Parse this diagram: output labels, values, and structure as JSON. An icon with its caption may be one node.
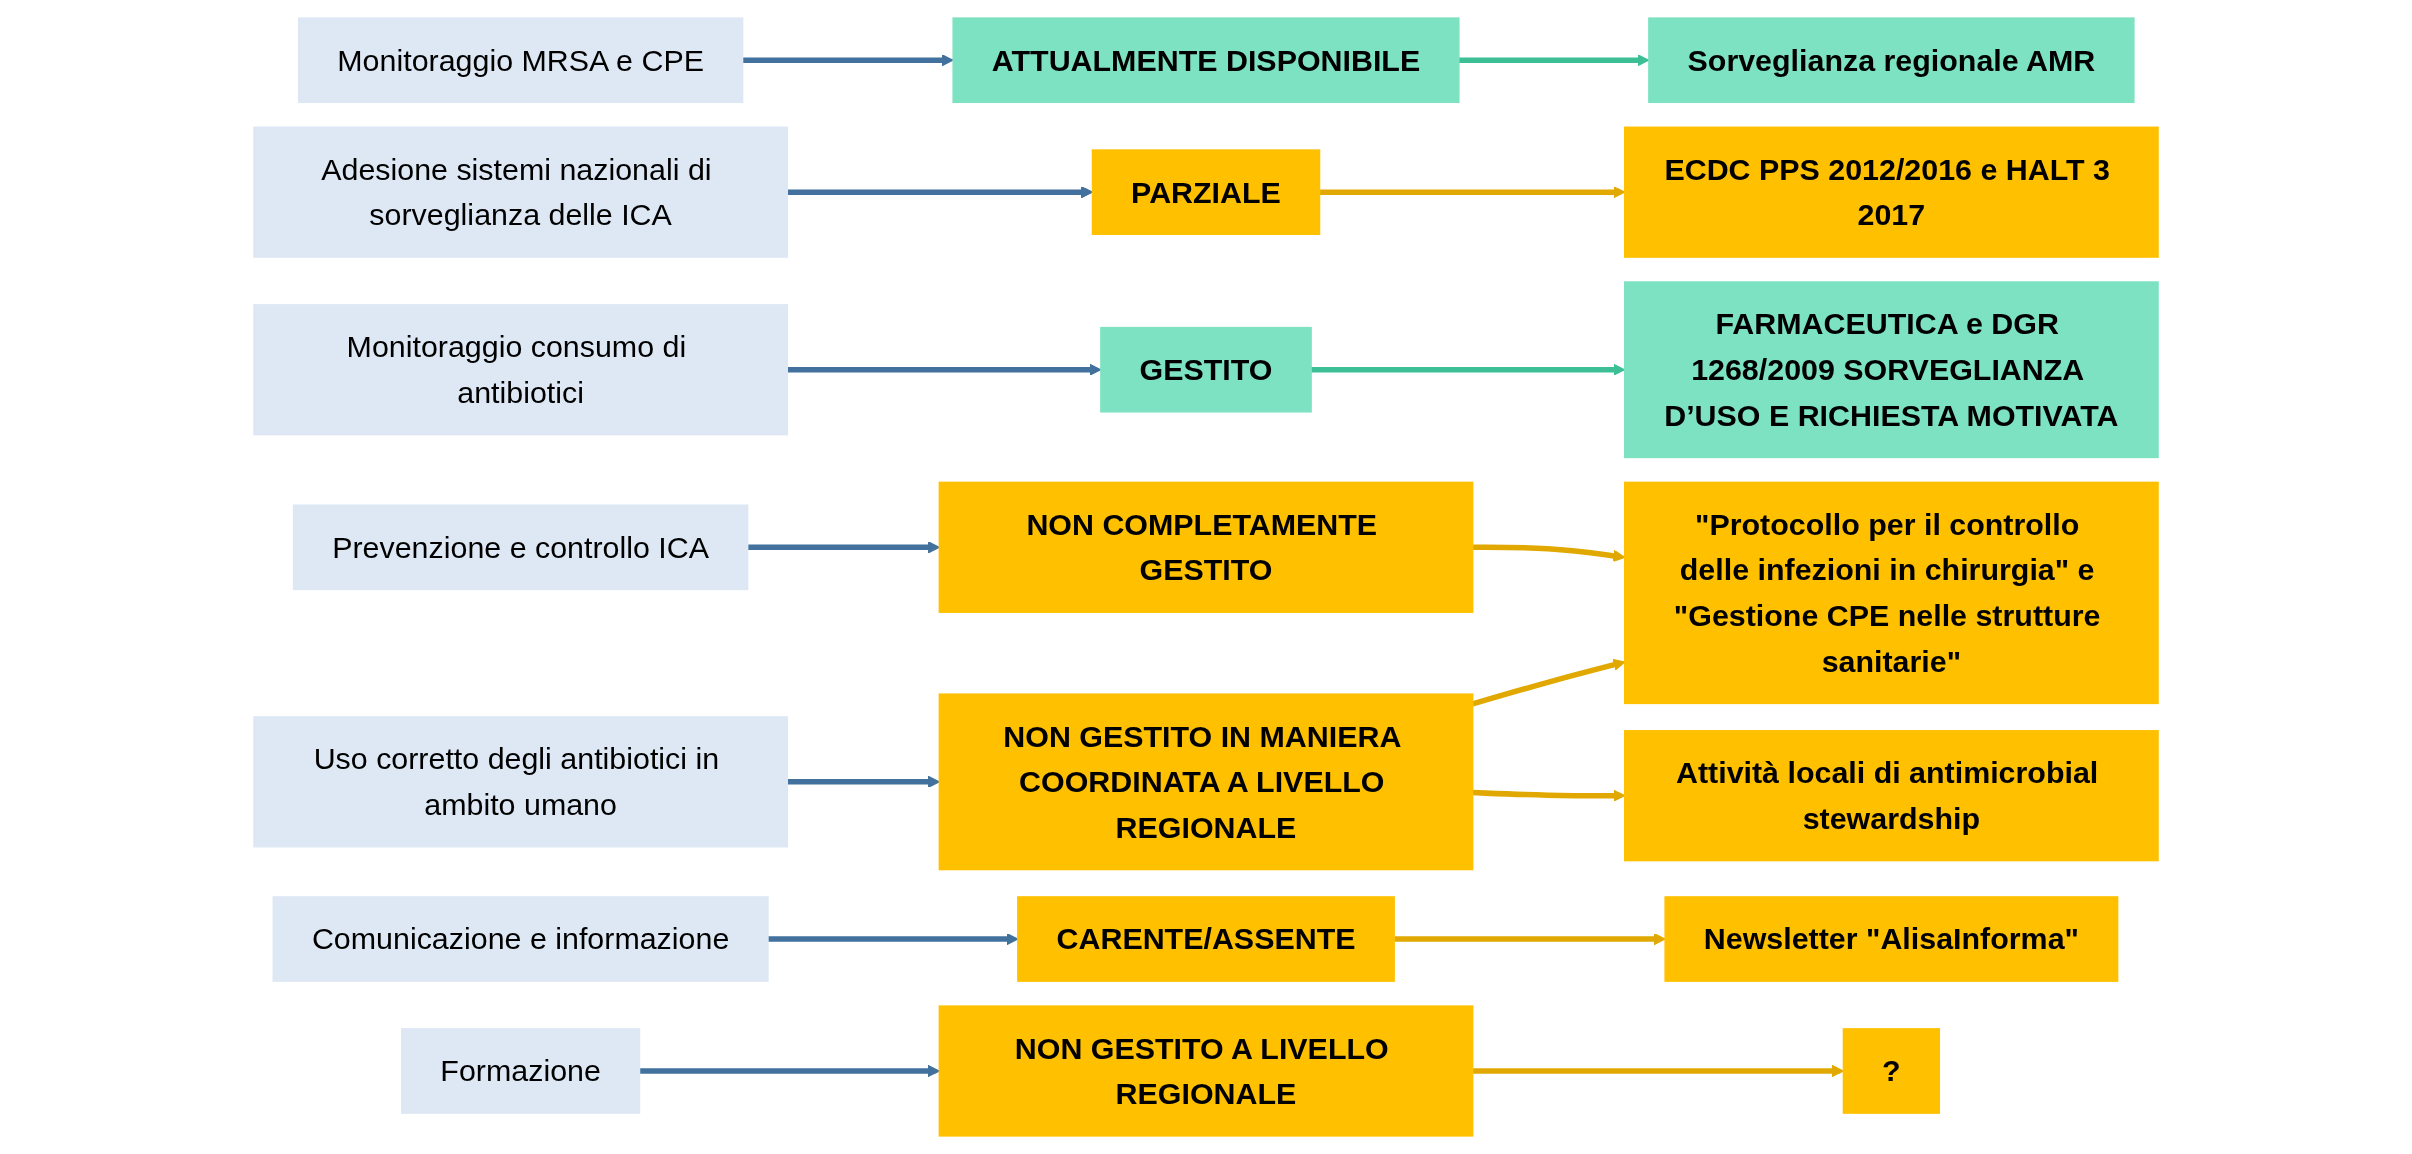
{
  "diagram": {
    "nodes": [
      {
        "text": [
          "Monitoraggio MRSA e CPE"
        ]
      },
      {
        "text": [
          "ATTUALMENTE DISPONIBILE"
        ]
      },
      {
        "text": [
          "Sorveglianza regionale AMR"
        ]
      },
      {
        "text": [
          "Adesione sistemi nazionali di sorveglianza delle ICA"
        ]
      },
      {
        "text": [
          "PARZIALE"
        ]
      },
      {
        "text": [
          "ECDC PPS 2012/2016 e HALT 3 2017"
        ]
      },
      {
        "text": [
          "Monitoraggio consumo di antibiotici"
        ]
      },
      {
        "text": [
          "GESTITO"
        ]
      },
      {
        "text": [
          "FARMACEUTICA e DGR 1268/2009 SORVEGLIANZA D’USO E RICHIESTA MOTIVATA"
        ]
      },
      {
        "text": [
          "Prevenzione e controllo ICA"
        ]
      },
      {
        "text": [
          "NON COMPLETAMENTE GESTITO"
        ]
      },
      {
        "text": [
          "\"Protocollo per il controllo delle infezioni in chirurgia\" e \"Gestione CPE nelle strutture sanitarie\""
        ]
      },
      {
        "text": [
          "Uso corretto degli antibiotici in ambito umano"
        ]
      },
      {
        "text": [
          "NON GESTITO IN MANIERA COORDINATA A LIVELLO REGIONALE"
        ]
      },
      {
        "text": [
          "Attività locali di antimicrobial stewardship"
        ]
      },
      {
        "text": [
          "Comunicazione e informazione"
        ]
      },
      {
        "text": [
          "CARENTE/ASSENTE"
        ]
      },
      {
        "text": [
          "Newsletter \"AlisaInforma\""
        ]
      },
      {
        "text": [
          "Formazione"
        ]
      },
      {
        "text": [
          "NON GESTITO A LIVELLO REGIONALE"
        ]
      },
      {
        "text": [
          "?"
        ]
      }
    ],
    "edges": [
      {
        "from": 0,
        "to": 1,
        "arrow": "to",
        "color": "#41719c"
      },
      {
        "from": 1,
        "to": 2,
        "arrow": "to",
        "color": "#3cbf95"
      },
      {
        "from": 3,
        "to": 4,
        "arrow": "to",
        "color": "#41719c"
      },
      {
        "from": 4,
        "to": 5,
        "arrow": "to",
        "color": "#e0a800"
      },
      {
        "from": 6,
        "to": 7,
        "arrow": "to",
        "color": "#41719c"
      },
      {
        "from": 7,
        "to": 8,
        "arrow": "to",
        "color": "#3cbf95"
      },
      {
        "from": 9,
        "to": 10,
        "arrow": "to",
        "color": "#41719c"
      },
      {
        "from": 10,
        "to": 11,
        "arrow": "to",
        "color": "#e0a800"
      },
      {
        "from": 12,
        "to": 13,
        "arrow": "to",
        "color": "#41719c"
      },
      {
        "from": 13,
        "to": 11,
        "arrow": "to",
        "color": "#e0a800"
      },
      {
        "from": 13,
        "to": 14,
        "arrow": "to",
        "color": "#e0a800"
      },
      {
        "from": 15,
        "to": 16,
        "arrow": "to",
        "color": "#41719c"
      },
      {
        "from": 16,
        "to": 17,
        "arrow": "to",
        "color": "#e0a800"
      },
      {
        "from": 18,
        "to": 19,
        "arrow": "to",
        "color": "#41719c"
      },
      {
        "from": 19,
        "to": 20,
        "arrow": "to",
        "color": "#e0a800"
      }
    ]
  }
}
